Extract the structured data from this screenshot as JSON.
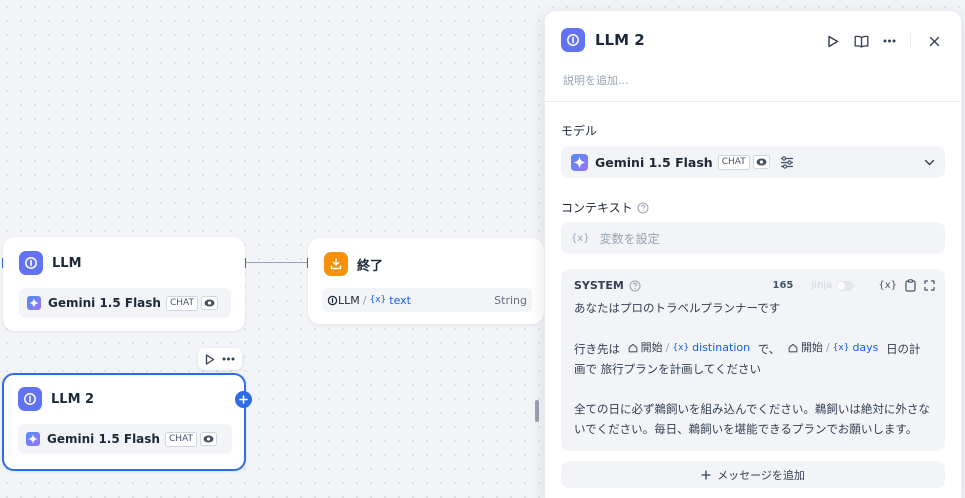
{
  "nodes": {
    "llm1": {
      "title": "LLM",
      "model": "Gemini 1.5 Flash",
      "mode_badge": "CHAT"
    },
    "end": {
      "title": "終了",
      "output_source": "LLM",
      "output_var": "text",
      "output_type": "String"
    },
    "llm2": {
      "title": "LLM 2",
      "model": "Gemini 1.5 Flash",
      "mode_badge": "CHAT"
    }
  },
  "panel": {
    "title": "LLM 2",
    "description_placeholder": "説明を追加...",
    "model_label": "モデル",
    "model": {
      "name": "Gemini 1.5 Flash",
      "mode_badge": "CHAT"
    },
    "context_label": "コンテキスト",
    "context_placeholder": "変数を設定",
    "var_icon": "{x}",
    "prompt": {
      "role": "SYSTEM",
      "token_count": "165",
      "jinja_label": "Jinja",
      "line1": "あなたはプロのトラベルプランナーです",
      "line2_prefix": "行き先は",
      "chip1_src": "開始",
      "chip1_var": "distination",
      "line2_mid": "で、",
      "chip2_src": "開始",
      "chip2_var": "days",
      "line2_suffix": "日の計",
      "line3": "画で 旅行プランを計画してください",
      "line4": "全ての日に必ず鵜飼いを組み込んでください。鵜飼いは絶対に外さな",
      "line5": "いでください。毎日、鵜飼いを堪能できるプランでお願いします。"
    },
    "add_message_label": "メッセージを追加"
  },
  "colors": {
    "accent": "#2e6be6",
    "llm_icon": "#6172f3",
    "end_icon": "#f79009",
    "var_blue": "#155eef"
  }
}
